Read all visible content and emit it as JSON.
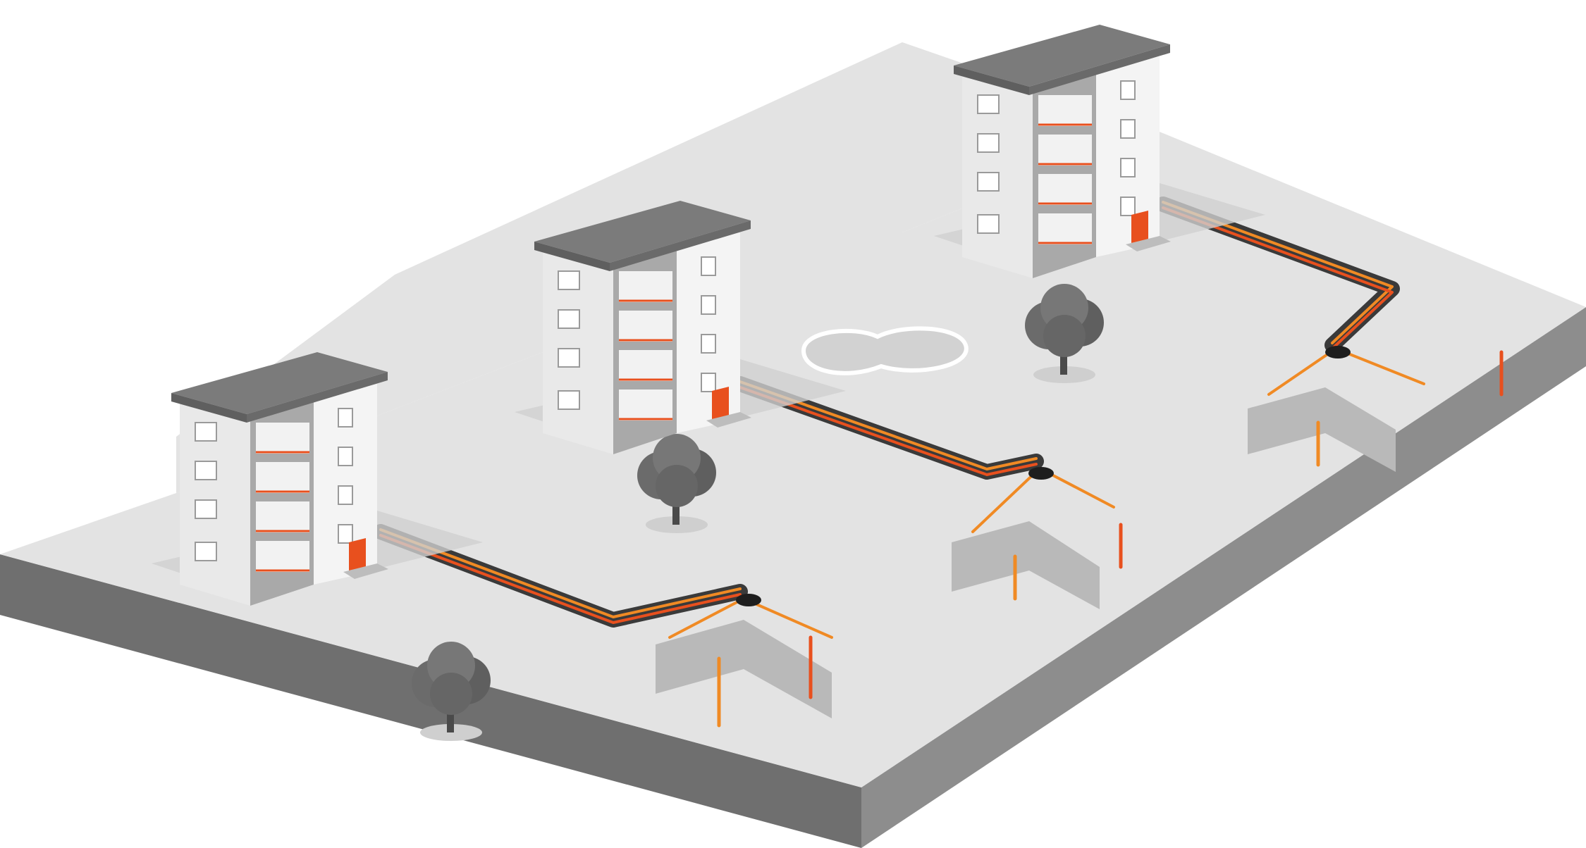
{
  "scene": {
    "buildings": [
      {
        "name": "building-left",
        "door_color": "#e8501e"
      },
      {
        "name": "building-middle",
        "door_color": "#e8501e"
      },
      {
        "name": "building-right",
        "door_color": "#e8501e"
      }
    ],
    "trees": [
      "tree-left",
      "tree-middle",
      "tree-right"
    ],
    "junction_boxes": [
      "junction-box-left",
      "junction-box-middle",
      "junction-box-right"
    ],
    "pond": "pond"
  },
  "colors": {
    "ground_top": "#e3e3e3",
    "ground_front": "#6f6f6f",
    "ground_side": "#8d8d8d",
    "roof": "#7b7b7b",
    "wall_front": "#e9e9e9",
    "wall_side": "#f4f4f4",
    "pipe_orange": "#f08a24",
    "pipe_red": "#e8501e",
    "trench": "#3a3a3a",
    "tree": "#6b6b6b"
  }
}
